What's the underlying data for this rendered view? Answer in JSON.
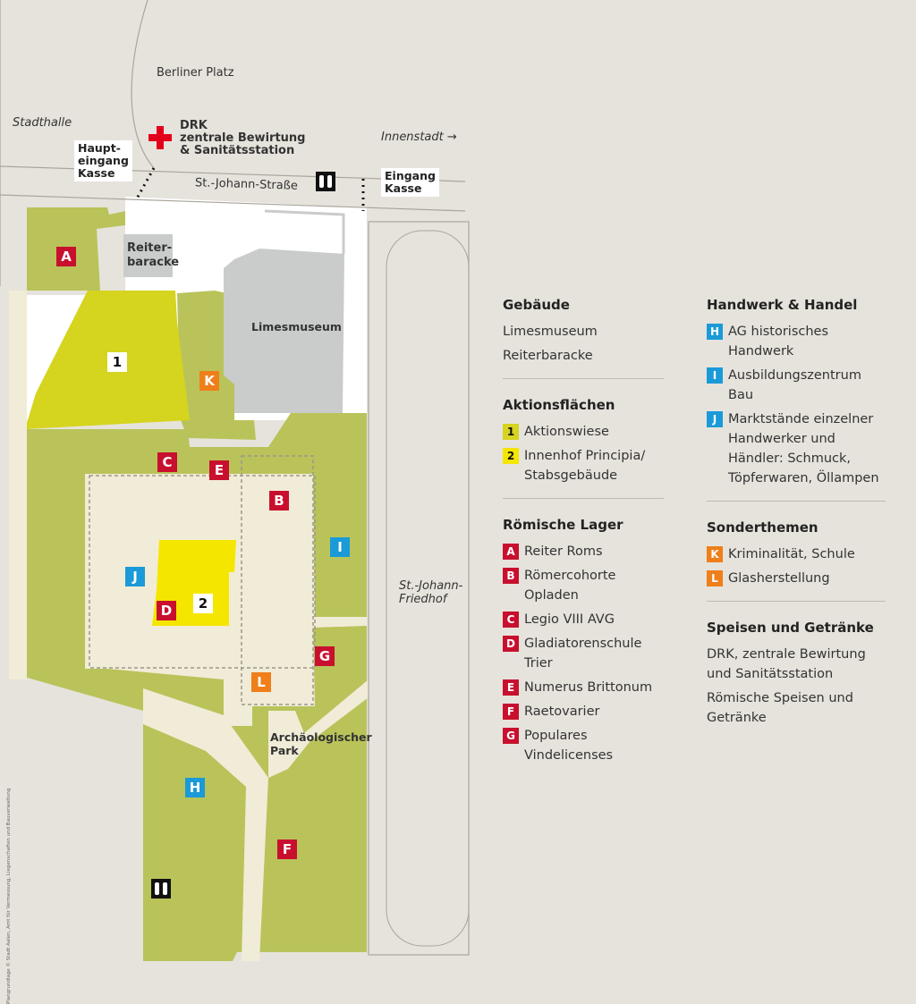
{
  "map_labels": {
    "berliner_platz": "Berliner Platz",
    "stadthalle": "Stadthalle",
    "drk": "DRK",
    "drk_sub1": "zentrale Bewirtung",
    "drk_sub2": "& Sanitätsstation",
    "innenstadt": "Innenstadt →",
    "haupteingang_1": "Haupt-",
    "haupteingang_2": "eingang",
    "haupteingang_3": "Kasse",
    "eingang_1": "Eingang",
    "eingang_2": "Kasse",
    "street": "St.-Johann-Straße",
    "reiterbaracke_1": "Reiter-",
    "reiterbaracke_2": "baracke",
    "limesmuseum": "Limesmuseum",
    "friedhof_1": "St.-Johann-",
    "friedhof_2": "Friedhof",
    "park_1": "Archäologischer",
    "park_2": "Park",
    "copyright": "Plangrundlage © Stadt Aalen, Amt für Vermessung, Liegenschaften und Bauverwaltung"
  },
  "map_markers": [
    "A",
    "B",
    "C",
    "D",
    "E",
    "F",
    "G",
    "H",
    "I",
    "J",
    "K",
    "L",
    "1",
    "2"
  ],
  "colors": {
    "green": "#b9c35a",
    "lime": "#d5d41e",
    "yellow": "#f5e600",
    "building": "#c9cccb",
    "red": "#c8102e",
    "blue": "#1a9ad9",
    "orange": "#ee7f1a",
    "drk_cross": "#e3001b"
  },
  "legend": {
    "gebaeude": {
      "title": "Gebäude",
      "items": [
        "Limesmuseum",
        "Reiterbaracke"
      ]
    },
    "aktionsflaechen": {
      "title": "Aktionsflächen",
      "items": [
        {
          "key": "1",
          "text": "Aktionswiese"
        },
        {
          "key": "2",
          "text": "Innenhof Principia/ Stabsgebäude"
        }
      ]
    },
    "roemische_lager": {
      "title": "Römische Lager",
      "items": [
        {
          "key": "A",
          "text": "Reiter Roms"
        },
        {
          "key": "B",
          "text": "Römercohorte Opladen"
        },
        {
          "key": "C",
          "text": "Legio VIII AVG"
        },
        {
          "key": "D",
          "text": "Gladiatorenschule Trier"
        },
        {
          "key": "E",
          "text": "Numerus Brittonum"
        },
        {
          "key": "F",
          "text": "Raetovarier"
        },
        {
          "key": "G",
          "text": "Populares Vindelicenses"
        }
      ]
    },
    "handwerk": {
      "title": "Handwerk & Handel",
      "items": [
        {
          "key": "H",
          "text": "AG historisches Handwerk"
        },
        {
          "key": "I",
          "text": "Ausbildungszentrum Bau"
        },
        {
          "key": "J",
          "text": "Marktstände einzelner Handwerker und Händler: Schmuck, Töpferwaren, Öllampen"
        }
      ]
    },
    "sonderthemen": {
      "title": "Sonderthemen",
      "items": [
        {
          "key": "K",
          "text": "Kriminalität, Schule"
        },
        {
          "key": "L",
          "text": "Glasherstellung"
        }
      ]
    },
    "speisen": {
      "title": "Speisen und Getränke",
      "items": [
        "DRK, zentrale Bewirtung und Sanitätsstation",
        "Römische Speisen und Getränke"
      ]
    }
  }
}
